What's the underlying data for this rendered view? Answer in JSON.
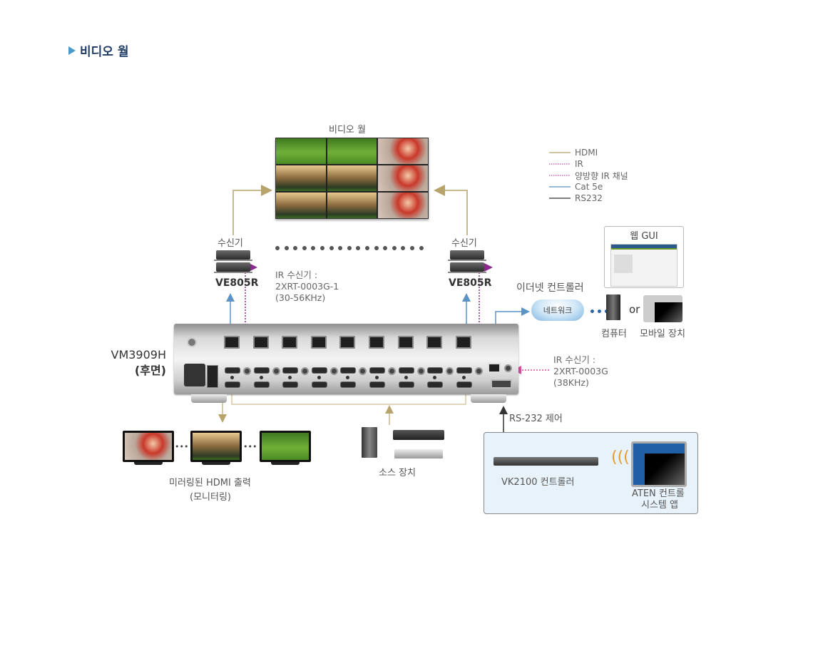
{
  "page": {
    "section_title": "비디오 월"
  },
  "legend": {
    "items": [
      {
        "label": "HDMI",
        "style": "solid",
        "color": "#b8a36a"
      },
      {
        "label": "IR",
        "style": "dotted",
        "color": "#c04aa8"
      },
      {
        "label": "양방향 IR 채널",
        "style": "dotted",
        "color": "#c04aa8"
      },
      {
        "label": "Cat 5e",
        "style": "solid",
        "color": "#5b93c4"
      },
      {
        "label": "RS232",
        "style": "solid",
        "color": "#333333"
      }
    ]
  },
  "video_wall": {
    "label": "비디오 월",
    "tiles": [
      "grass",
      "grass",
      "woman",
      "stadium",
      "stadium",
      "woman",
      "stadium",
      "stadium",
      "woman"
    ]
  },
  "receivers": {
    "left": {
      "label": "수신기",
      "model": "VE805R"
    },
    "right": {
      "label": "수신기",
      "model": "VE805R"
    },
    "dots_count": 17
  },
  "ir_receiver_left": {
    "line1": "IR 수신기 :",
    "line2": "2XRT-0003G-1",
    "line3": "(30-56KHz)"
  },
  "ir_receiver_right": {
    "line1": "IR 수신기 :",
    "line2": "2XRT-0003G",
    "line3": "(38KHz)"
  },
  "main_device": {
    "model": "VM3909H",
    "subtitle": "(후면)",
    "rj45_ports": 9,
    "hdmi_out_ports": 9,
    "hdmi_in_ports": 9
  },
  "ethernet": {
    "title": "이더넷 컨트롤러",
    "network_label": "네트워크",
    "web_gui_label": "웹 GUI",
    "or_label": "or",
    "computer_label": "컴퓨터",
    "mobile_label": "모바일 장치"
  },
  "rs232": {
    "label": "RS-232 제어",
    "controller_label": "VK2100 컨트롤러",
    "app_line1": "ATEN 컨트롤",
    "app_line2": "시스템 앱"
  },
  "monitoring": {
    "line1": "미러링된 HDMI 출력",
    "line2": "(모니터링)",
    "ellipsis": "•••"
  },
  "sources": {
    "label": "소스 장치"
  },
  "colors": {
    "hdmi": "#b8a36a",
    "ir": "#c04aa8",
    "ir_arrow": "#8a2a8f",
    "cat5e": "#5b93c4",
    "rs232": "#333333",
    "title": "#1f3b66",
    "title_marker": "#4a9bc9",
    "panel_bg": "#e8f2fa"
  }
}
